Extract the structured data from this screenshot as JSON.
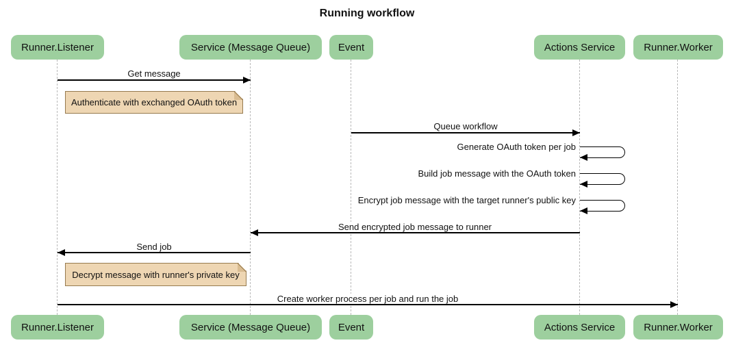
{
  "title": "Running workflow",
  "participants": [
    {
      "id": "runner-listener",
      "label": "Runner.Listener"
    },
    {
      "id": "service-mq",
      "label": "Service (Message Queue)"
    },
    {
      "id": "event",
      "label": "Event"
    },
    {
      "id": "actions-service",
      "label": "Actions Service"
    },
    {
      "id": "runner-worker",
      "label": "Runner.Worker"
    }
  ],
  "messages": [
    {
      "label": "Get message",
      "from": "Runner.Listener",
      "to": "Service (Message Queue)",
      "kind": "solid-arrow"
    },
    {
      "label": "Queue workflow",
      "from": "Event",
      "to": "Actions Service",
      "kind": "solid-arrow"
    },
    {
      "label": "Generate OAuth token per job",
      "from": "Actions Service",
      "to": "Actions Service",
      "kind": "self-loop"
    },
    {
      "label": "Build job message with the OAuth token",
      "from": "Actions Service",
      "to": "Actions Service",
      "kind": "self-loop"
    },
    {
      "label": "Encrypt job message with the target runner's public key",
      "from": "Actions Service",
      "to": "Actions Service",
      "kind": "self-loop"
    },
    {
      "label": "Send encrypted job message to runner",
      "from": "Actions Service",
      "to": "Service (Message Queue)",
      "kind": "solid-arrow"
    },
    {
      "label": "Send job",
      "from": "Service (Message Queue)",
      "to": "Runner.Listener",
      "kind": "solid-arrow"
    },
    {
      "label": "Create worker process per job and run the job",
      "from": "Runner.Listener",
      "to": "Runner.Worker",
      "kind": "solid-arrow"
    }
  ],
  "notes": [
    {
      "label": "Authenticate with exchanged OAuth token",
      "anchor": "Runner.Listener"
    },
    {
      "label": "Decrypt message with runner's private key",
      "anchor": "Runner.Listener"
    }
  ],
  "colors": {
    "background": "#ffffff",
    "participant_fill": "#9dcf9e",
    "note_fill": "#eed6b3",
    "note_border": "#967a4e",
    "lifeline": "#b8b8b8",
    "arrow": "#000000",
    "text": "#111111"
  }
}
